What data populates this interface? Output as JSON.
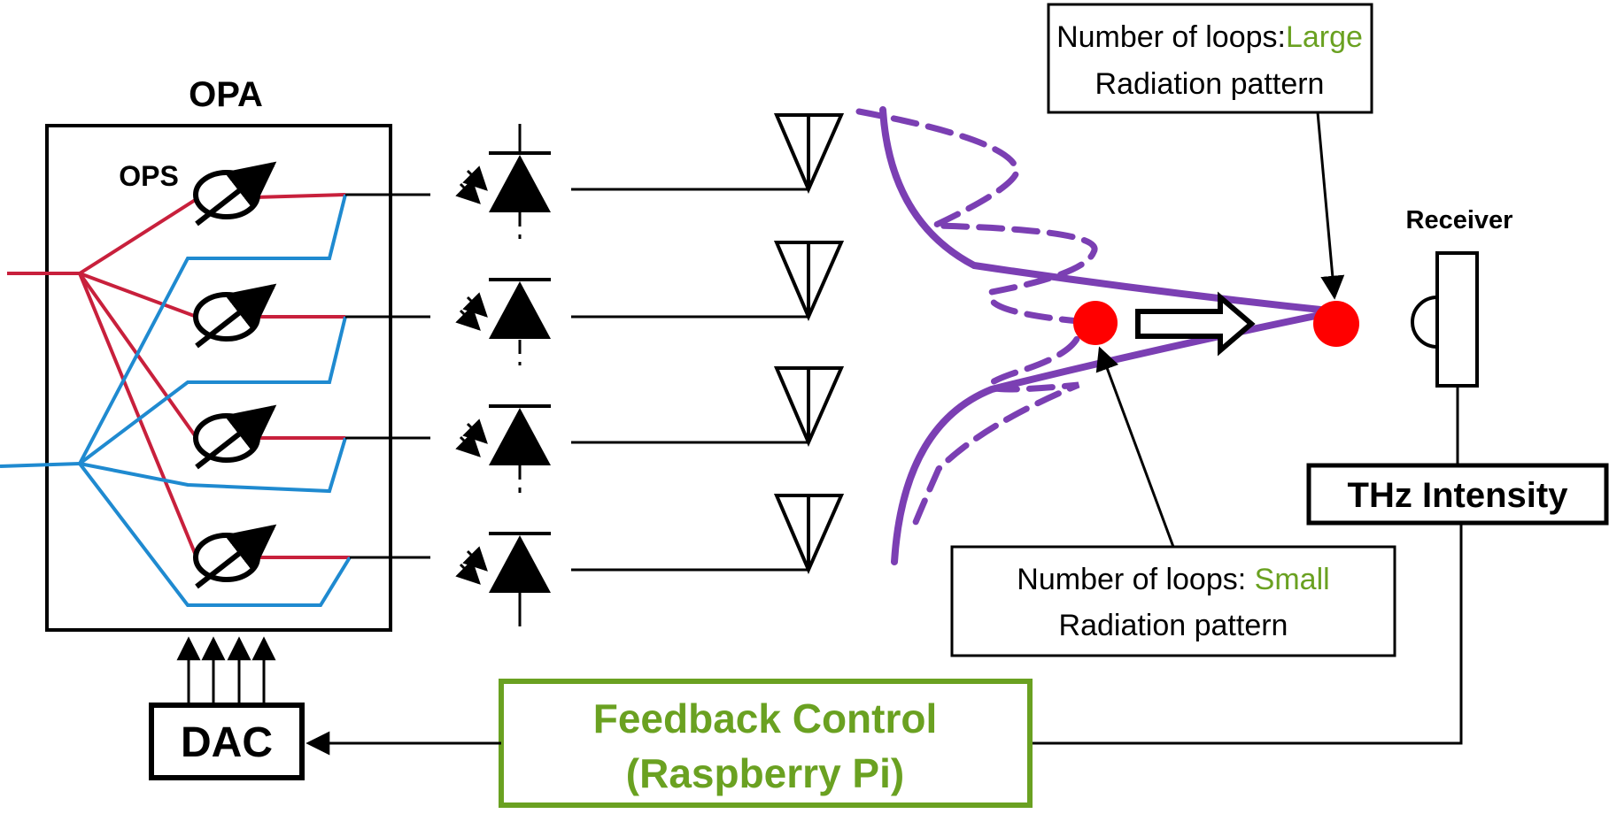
{
  "labels": {
    "opa": "OPA",
    "ops": "OPS",
    "receiver": "Receiver",
    "thz_intensity": "THz Intensity",
    "dac": "DAC",
    "feedback_line1": "Feedback Control",
    "feedback_line2": "(Raspberry Pi)"
  },
  "callout_large": {
    "prefix": "Number of loops:",
    "value": "Large",
    "line2": "Radiation pattern"
  },
  "callout_small": {
    "prefix": "Number of loops: ",
    "value": "Small",
    "line2": "Radiation pattern"
  },
  "colors": {
    "red_waveguide": "#c8203c",
    "blue_waveguide": "#1f8ad0",
    "pattern_purple": "#7b3fb3",
    "beam_dot": "#ff0000",
    "feedback_green": "#6aa121",
    "line": "#000000"
  },
  "icons": {
    "phase_shifter": "phase-shifter-icon",
    "photodiode": "photodiode-icon",
    "antenna": "antenna-icon",
    "detector": "detector-icon",
    "arrow": "hollow-arrow-icon"
  }
}
